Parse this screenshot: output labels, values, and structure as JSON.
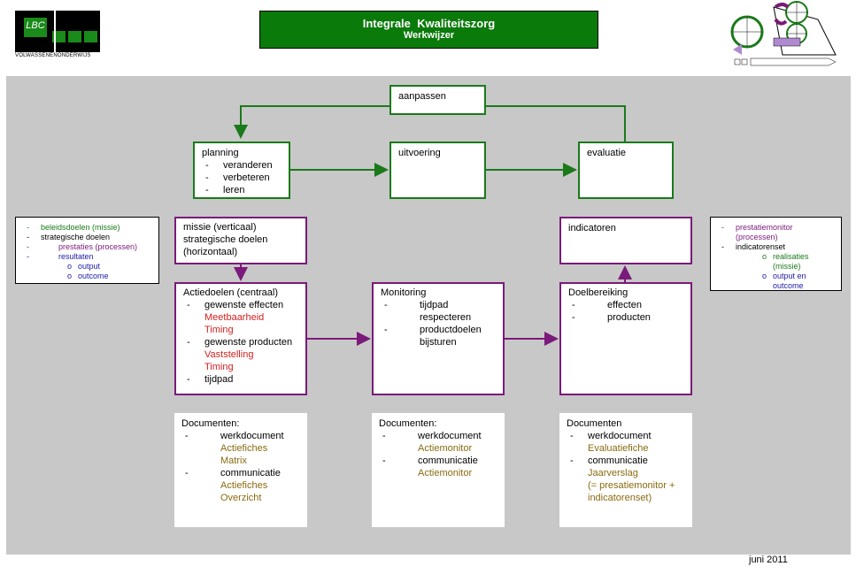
{
  "header": {
    "title": "Integrale  Kwaliteitszorg",
    "subtitle": "Werkwijzer",
    "logo_caption": "VOLWASSENENONDERWIJS",
    "logo_text": "LBC"
  },
  "cycle": {
    "aanpassen": "aanpassen",
    "planning": {
      "title": "planning",
      "items": [
        "veranderen",
        "verbeteren",
        "leren"
      ]
    },
    "uitvoering": "uitvoering",
    "evaluatie": "evaluatie"
  },
  "left_legend": {
    "items": [
      {
        "text": "beleidsdoelen (missie)",
        "color": "#1a7a1a"
      },
      {
        "text": "strategische doelen",
        "color": "#000000"
      }
    ],
    "sub_items": [
      {
        "text": "prestaties (processen)",
        "color": "#7a1a7a"
      },
      {
        "text": "resultaten",
        "color": "#1a1aaa"
      }
    ],
    "sub_sub_items": [
      {
        "text": "output",
        "color": "#1a1aaa"
      },
      {
        "text": "outcome",
        "color": "#1a1aaa"
      }
    ]
  },
  "right_legend": {
    "items": [
      {
        "text": "prestatiemonitor (processen)",
        "color": "#7a1a7a"
      },
      {
        "text": "indicatorenset",
        "color": "#000000"
      }
    ],
    "sub_items": [
      {
        "text": "realisaties (missie)",
        "color": "#1a7a1a"
      },
      {
        "text": "output en outcome",
        "color": "#1a1aaa"
      }
    ]
  },
  "missie_box": {
    "lines": [
      "missie (verticaal)",
      "strategische doelen",
      "(horizontaal)"
    ]
  },
  "indicatoren_box": {
    "title": "indicatoren"
  },
  "actiedoelen": {
    "title": "Actiedoelen (centraal)",
    "item1": "gewenste effecten",
    "item1_red": [
      "Meetbaarheid",
      "Timing"
    ],
    "item2": "gewenste producten",
    "item2_red": [
      "Vaststelling",
      "Timing"
    ],
    "item3": "tijdpad"
  },
  "monitoring": {
    "title": "Monitoring",
    "item1": [
      "tijdpad",
      "respecteren"
    ],
    "item2": [
      "productdoelen",
      "bijsturen"
    ]
  },
  "doelbereiking": {
    "title": "Doelbereiking",
    "items": [
      "effecten",
      "producten"
    ]
  },
  "doc1": {
    "title": "Documenten:",
    "item1": "werkdocument",
    "item1_olive": [
      "Actiefiches",
      "Matrix"
    ],
    "item2": "communicatie",
    "item2_olive": [
      "Actiefiches",
      "Overzicht"
    ]
  },
  "doc2": {
    "title": "Documenten:",
    "item1": "werkdocument",
    "item1_olive": [
      "Actiemonitor"
    ],
    "item2": "communicatie",
    "item2_olive": [
      "Actiemonitor"
    ]
  },
  "doc3": {
    "title": "Documenten",
    "item1": "werkdocument",
    "item1_olive": [
      "Evaluatiefiche"
    ],
    "item2": "communicatie",
    "item2_olive": [
      "Jaarverslag",
      "(= presatiemonitor +",
      "indicatorenset)"
    ]
  },
  "footer": {
    "date": "juni 2011"
  },
  "colors": {
    "green": "#1a7a1a",
    "purple": "#7a1a7a",
    "red": "#d42020",
    "olive": "#8a6a10",
    "blue": "#1a1aaa",
    "background": "#c8c8c8"
  },
  "icons": [
    "lbc-logo",
    "quality-cycle-diagram"
  ]
}
